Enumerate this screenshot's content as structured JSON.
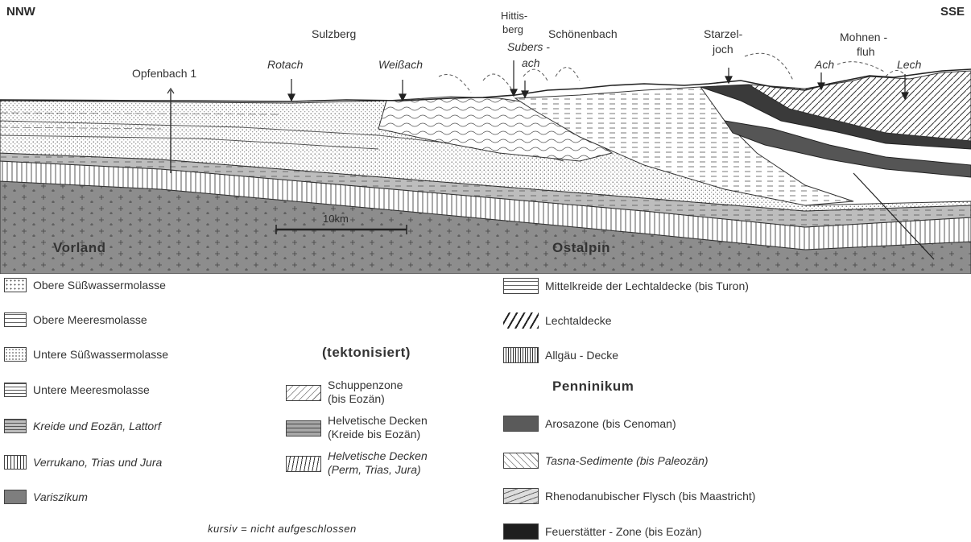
{
  "orientation": {
    "left": "NNW",
    "right": "SSE"
  },
  "places": {
    "opfenbach": "Opfenbach 1",
    "rotach": "Rotach",
    "sulzberg": "Sulzberg",
    "weissach": "Weißach",
    "hittis_1": "Hittis-",
    "hittis_2": "berg",
    "subers_1": "Subers -",
    "subers_2": "ach",
    "schoenenbach": "Schönenbach",
    "starzel_1": "Starzel-",
    "starzel_2": "joch",
    "ach": "Ach",
    "mohnen_1": "Mohnen -",
    "mohnen_2": "fluh",
    "lech": "Lech"
  },
  "scale_label": "10km",
  "legend": {
    "vorland_title": "Vorland",
    "ostalpin_title": "Ostalpin",
    "tekt_title": "(tektonisiert)",
    "penninikum_title": "Penninikum",
    "vorland": [
      {
        "label": "Obere Süßwassermolasse"
      },
      {
        "label": "Obere Meeresmolasse"
      },
      {
        "label": "Untere Süßwassermolasse"
      },
      {
        "label": "Untere Meeresmolasse"
      },
      {
        "label": "Kreide und Eozän, Lattorf"
      },
      {
        "label": "Verrukano, Trias und Jura"
      },
      {
        "label": "Variszikum"
      }
    ],
    "tekt": [
      {
        "line1": "Schuppenzone",
        "line2": "(bis Eozän)"
      },
      {
        "line1": "Helvetische Decken",
        "line2": "(Kreide bis Eozän)"
      },
      {
        "line1": "Helvetische Decken",
        "line2": "(Perm, Trias, Jura)"
      }
    ],
    "ostalpin": [
      {
        "label": "Mittelkreide der Lechtaldecke (bis Turon)"
      },
      {
        "label": "Lechtaldecke"
      },
      {
        "label": "Allgäu - Decke"
      }
    ],
    "penninikum": [
      {
        "label": "Arosazone (bis Cenoman)"
      },
      {
        "label": "Tasna-Sedimente (bis Paleozän)"
      },
      {
        "label": "Rhenodanubischer Flysch (bis Maastricht)"
      },
      {
        "label": "Feuerstätter - Zone (bis Eozän)"
      }
    ],
    "footnote": "kursiv = nicht aufgeschlossen"
  }
}
